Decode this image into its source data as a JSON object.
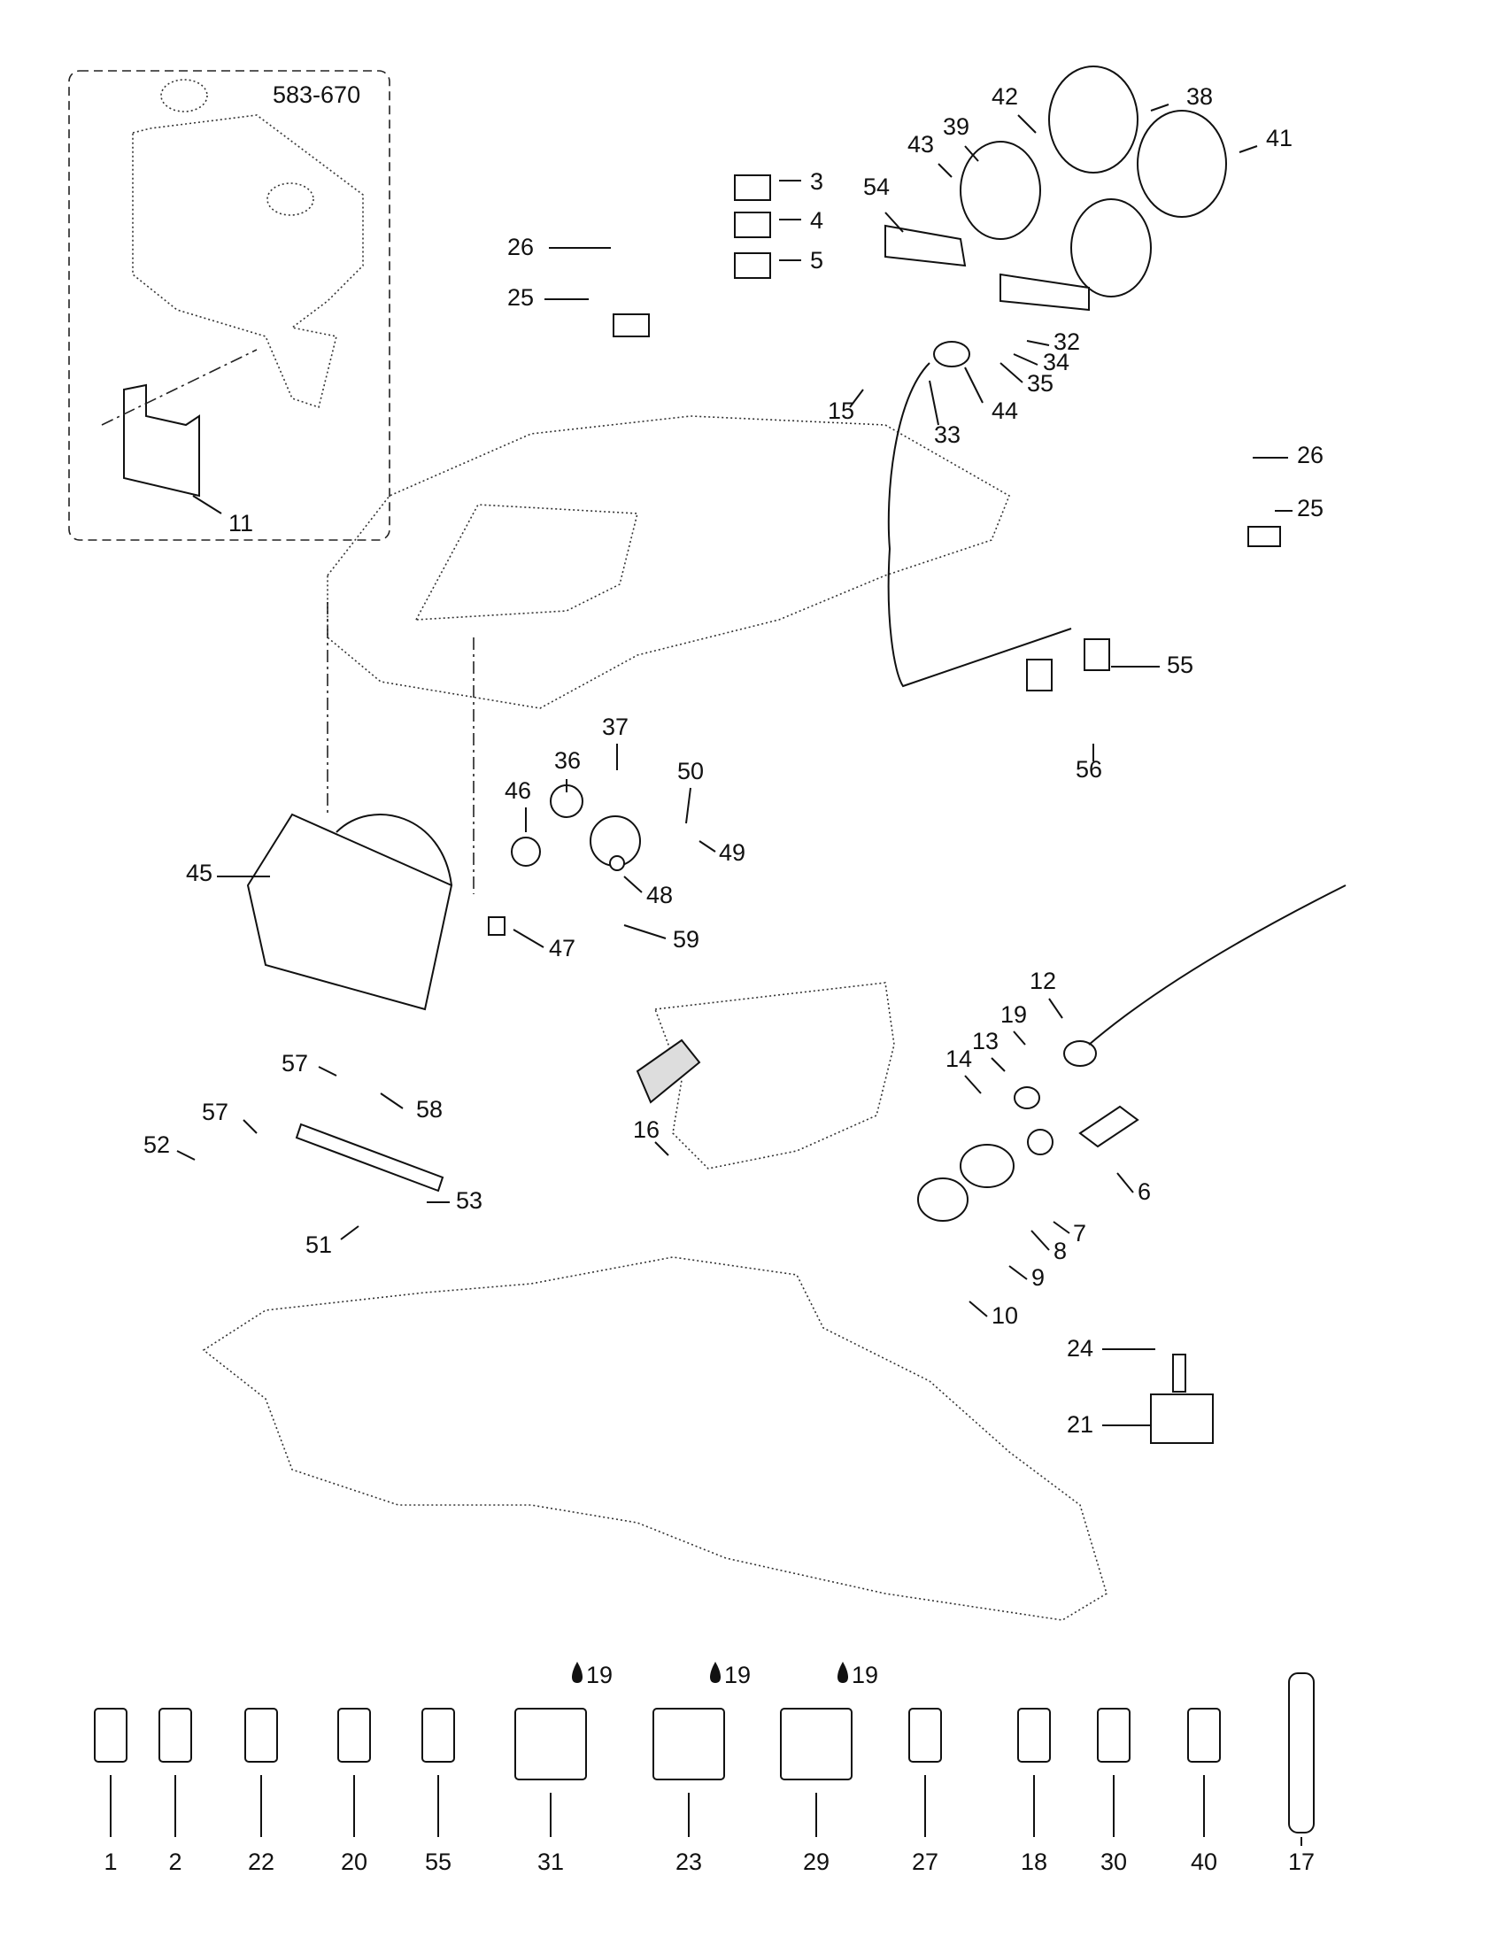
{
  "diagram": {
    "type": "exploded-parts-diagram",
    "subject": "electrical system / instrument console",
    "inset": {
      "part_number": "583-670",
      "callouts": [
        "11"
      ]
    },
    "callouts": [
      {
        "id": "c3",
        "label": "3"
      },
      {
        "id": "c4",
        "label": "4"
      },
      {
        "id": "c5",
        "label": "5"
      },
      {
        "id": "c26a",
        "label": "26"
      },
      {
        "id": "c25a",
        "label": "25"
      },
      {
        "id": "c54",
        "label": "54"
      },
      {
        "id": "c42",
        "label": "42"
      },
      {
        "id": "c38",
        "label": "38"
      },
      {
        "id": "c39",
        "label": "39"
      },
      {
        "id": "c43",
        "label": "43"
      },
      {
        "id": "c41",
        "label": "41"
      },
      {
        "id": "c32",
        "label": "32"
      },
      {
        "id": "c34",
        "label": "34"
      },
      {
        "id": "c35",
        "label": "35"
      },
      {
        "id": "c15",
        "label": "15"
      },
      {
        "id": "c44",
        "label": "44"
      },
      {
        "id": "c33",
        "label": "33"
      },
      {
        "id": "c26b",
        "label": "26"
      },
      {
        "id": "c25b",
        "label": "25"
      },
      {
        "id": "c55a",
        "label": "55"
      },
      {
        "id": "c56",
        "label": "56"
      },
      {
        "id": "c37",
        "label": "37"
      },
      {
        "id": "c36",
        "label": "36"
      },
      {
        "id": "c46",
        "label": "46"
      },
      {
        "id": "c50",
        "label": "50"
      },
      {
        "id": "c49",
        "label": "49"
      },
      {
        "id": "c45",
        "label": "45"
      },
      {
        "id": "c48",
        "label": "48"
      },
      {
        "id": "c59",
        "label": "59"
      },
      {
        "id": "c47",
        "label": "47"
      },
      {
        "id": "c12",
        "label": "12"
      },
      {
        "id": "c19a",
        "label": "19"
      },
      {
        "id": "c13",
        "label": "13"
      },
      {
        "id": "c14",
        "label": "14"
      },
      {
        "id": "c16",
        "label": "16"
      },
      {
        "id": "c6",
        "label": "6"
      },
      {
        "id": "c7",
        "label": "7"
      },
      {
        "id": "c8",
        "label": "8"
      },
      {
        "id": "c9",
        "label": "9"
      },
      {
        "id": "c10",
        "label": "10"
      },
      {
        "id": "c57a",
        "label": "57"
      },
      {
        "id": "c58",
        "label": "58"
      },
      {
        "id": "c57b",
        "label": "57"
      },
      {
        "id": "c52",
        "label": "52"
      },
      {
        "id": "c53",
        "label": "53"
      },
      {
        "id": "c51",
        "label": "51"
      },
      {
        "id": "c24",
        "label": "24"
      },
      {
        "id": "c21",
        "label": "21"
      }
    ],
    "parts_row": [
      {
        "label": "1"
      },
      {
        "label": "2"
      },
      {
        "label": "22"
      },
      {
        "label": "20"
      },
      {
        "label": "55"
      },
      {
        "label": "31",
        "note": "19"
      },
      {
        "label": "23",
        "note": "19"
      },
      {
        "label": "29",
        "note": "19"
      },
      {
        "label": "27"
      },
      {
        "label": "18"
      },
      {
        "label": "30"
      },
      {
        "label": "40"
      },
      {
        "label": "17"
      }
    ]
  }
}
